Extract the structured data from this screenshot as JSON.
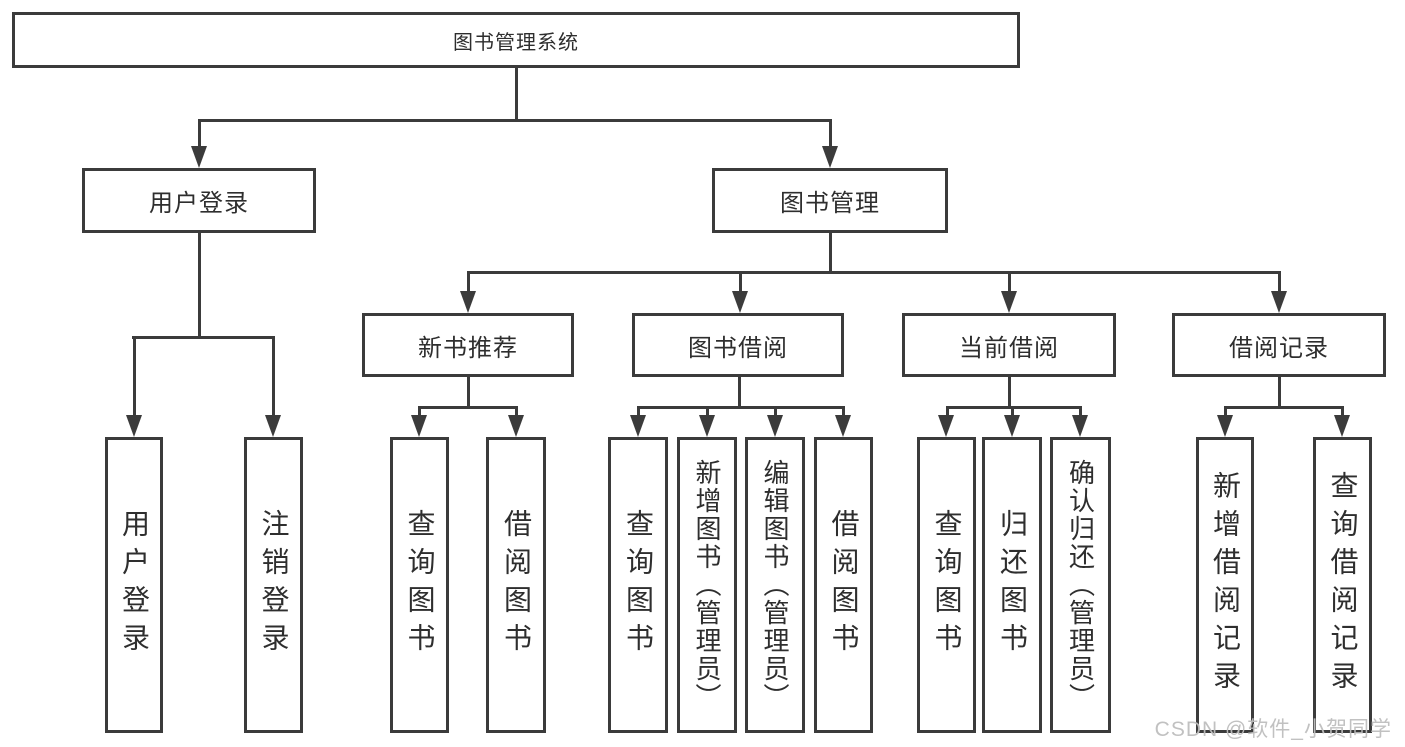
{
  "tree": {
    "root": "图书管理系统",
    "branches": [
      {
        "label": "用户登录",
        "children": [
          "用户登录",
          "注销登录"
        ]
      },
      {
        "label": "图书管理",
        "children": [
          {
            "label": "新书推荐",
            "children": [
              "查询图书",
              "借阅图书"
            ]
          },
          {
            "label": "图书借阅",
            "children": [
              "查询图书",
              "新增图书（管理员）",
              "编辑图书（管理员）",
              "借阅图书"
            ]
          },
          {
            "label": "当前借阅",
            "children": [
              "查询图书",
              "归还图书",
              "确认归还（管理员）"
            ]
          },
          {
            "label": "借阅记录",
            "children": [
              "新增借阅记录",
              "查询借阅记录"
            ]
          }
        ]
      }
    ]
  },
  "watermark": {
    "text": "CSDN @软件_小贺同学"
  },
  "colors": {
    "line": "#3b3b3b",
    "text": "#2e2e2e",
    "watermark": "#bebebe",
    "background": "#ffffff"
  }
}
